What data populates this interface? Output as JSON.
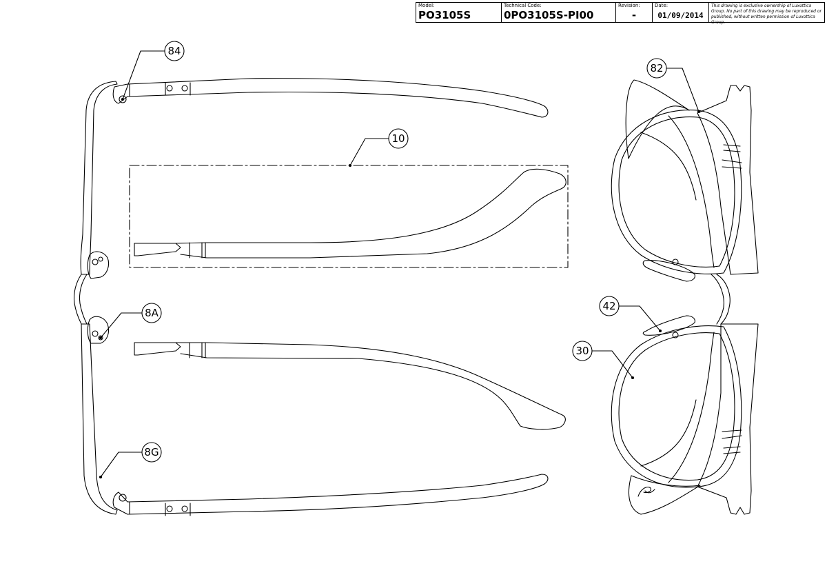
{
  "title_block": {
    "model_label": "Model:",
    "model": "PO3105S",
    "technical_code_label": "Technical Code:",
    "technical_code": "0PO3105S-PI00",
    "revision_label": "Revision:",
    "revision": "-",
    "date_label": "Date:",
    "date": "01/09/2014",
    "ownership_note": "This drawing is exclusive ownership of Luxottica Group. No part of this drawing may be reproduced or published, without written permission of Luxottica Group."
  },
  "callouts": {
    "temple_screw": "84",
    "front_top_rim": "82",
    "temple_detail": "10",
    "hinge": "8A",
    "nose_pad": "42",
    "lens": "30",
    "frame_side": "8G"
  }
}
